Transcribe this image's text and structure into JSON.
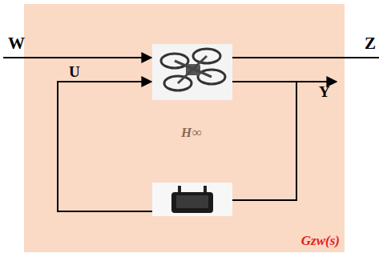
{
  "diagram": {
    "nodes": [
      {
        "text": [
          "Gzw(s)"
        ]
      }
    ],
    "labels": [
      "W",
      "Z",
      "U",
      "Y",
      "H∞"
    ]
  }
}
